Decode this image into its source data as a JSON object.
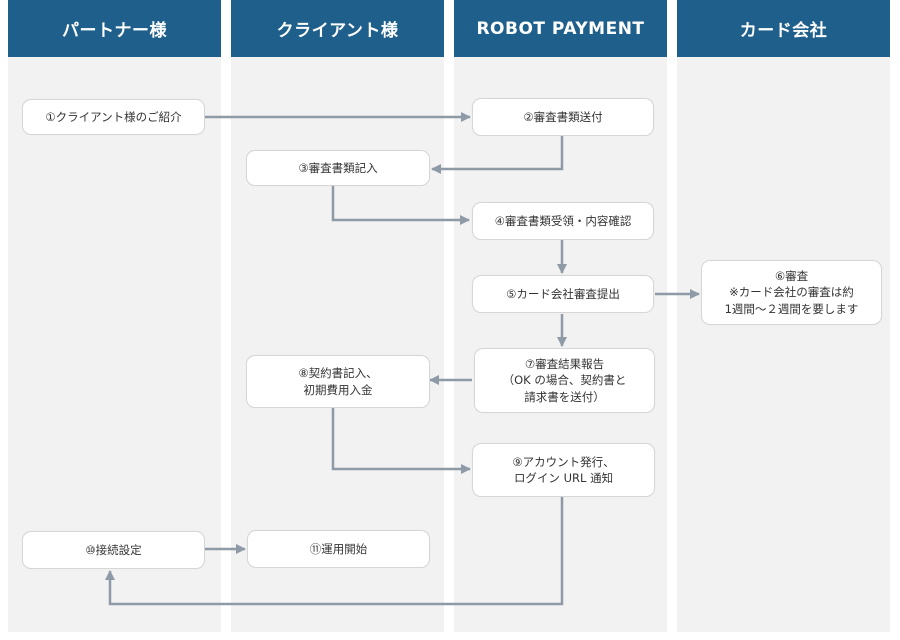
{
  "lanes": [
    {
      "title": "パートナー様"
    },
    {
      "title": "クライアント様"
    },
    {
      "title": "ROBOT PAYMENT"
    },
    {
      "title": "カード会社"
    }
  ],
  "steps": [
    {
      "lines": [
        "①クライアント様のご紹介"
      ]
    },
    {
      "lines": [
        "②審査書類送付"
      ]
    },
    {
      "lines": [
        "③審査書類記入"
      ]
    },
    {
      "lines": [
        "④審査書類受領・内容確認"
      ]
    },
    {
      "lines": [
        "⑤カード会社審査提出"
      ]
    },
    {
      "lines": [
        "⑥審査",
        "※カード会社の審査は約",
        "1週間〜２週間を要します"
      ]
    },
    {
      "lines": [
        "⑦審査結果報告",
        "（OK の場合、契約書と",
        "請求書を送付）"
      ]
    },
    {
      "lines": [
        "⑧契約書記入、",
        "初期費用入金"
      ]
    },
    {
      "lines": [
        "⑨アカウント発行、",
        "ログイン URL 通知"
      ]
    },
    {
      "lines": [
        "⑩接続設定"
      ]
    },
    {
      "lines": [
        "⑪運用開始"
      ]
    }
  ],
  "colors": {
    "header": "#1f5f8b",
    "lane_bg": "#f2f2f2",
    "arrow": "#8e9aa6"
  }
}
